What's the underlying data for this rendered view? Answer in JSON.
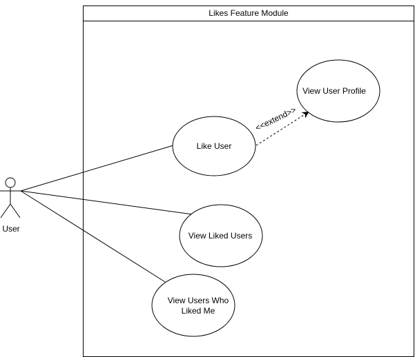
{
  "diagram": {
    "type": "use-case",
    "system_boundary": {
      "title": "Likes Feature Module"
    },
    "actor": {
      "label": "User"
    },
    "use_cases": [
      {
        "id": "like",
        "label": "Like User"
      },
      {
        "id": "profile",
        "label": "View User Profile"
      },
      {
        "id": "liked",
        "label": "View Liked Users"
      },
      {
        "id": "whoLiked",
        "label_lines": [
          "View Users Who",
          "Liked Me"
        ]
      }
    ],
    "relationships": [
      {
        "from": "User",
        "to": "Like User",
        "kind": "association"
      },
      {
        "from": "User",
        "to": "View Liked Users",
        "kind": "association"
      },
      {
        "from": "User",
        "to": "View Users Who Liked Me",
        "kind": "association"
      },
      {
        "from": "Like User",
        "to": "View User Profile",
        "kind": "extend",
        "label": "<<extend>>"
      }
    ]
  }
}
